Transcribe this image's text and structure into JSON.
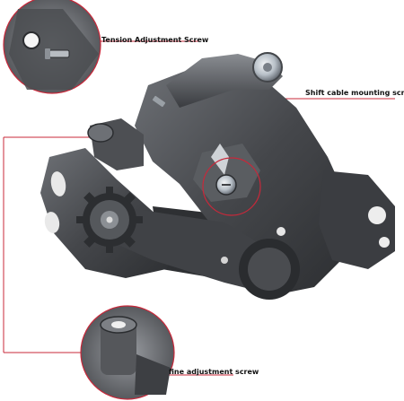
{
  "labels": {
    "tension": "Tension Adjustment Screw",
    "shift": "Shift cable mounting screw",
    "fine": "fine adjustment screw"
  },
  "colors": {
    "callout": "#c8283a",
    "metal_dark": "#3a3c40",
    "metal_mid": "#5b5e63",
    "metal_light": "#8d9095",
    "background": "#ffffff"
  }
}
